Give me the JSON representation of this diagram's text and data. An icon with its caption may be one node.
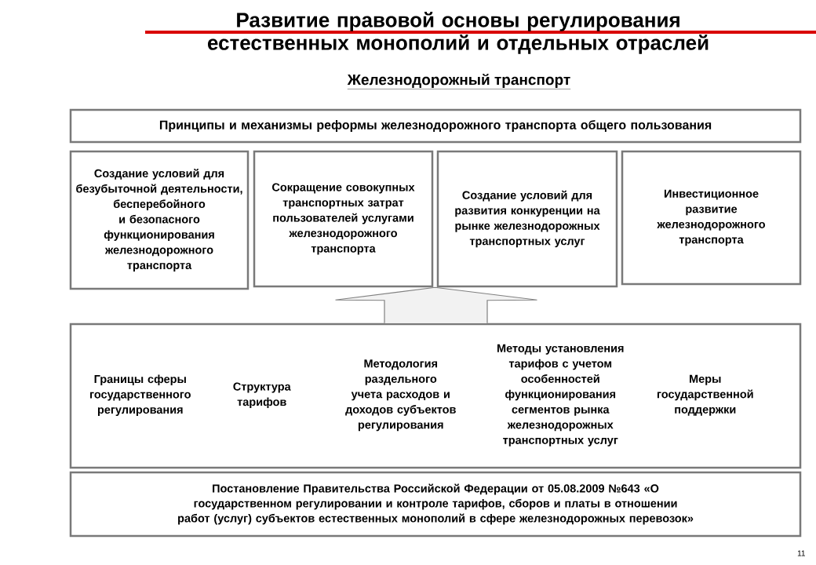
{
  "diagram": {
    "title": "Развитие правовой основы регулирования естественных монополий и отдельных отраслей",
    "nodes": [
      {
        "text": [
          "Принципы и механизмы реформы железнодорожного транспорта общего пользования"
        ]
      },
      {
        "text": [
          "Создание условий для безубыточной деятельности, бесперебойного и безопасного функционирования железнодорожного транспорта"
        ]
      },
      {
        "text": [
          "Сокращение совокупных транспортных затрат пользователей услугами железнодорожного транспорта"
        ]
      },
      {
        "text": [
          "Создание условий для развития конкуренции на рынке железнодорожных транспортных услуг"
        ]
      },
      {
        "text": [
          "Инвестиционное развитие железнодорожного транспорта"
        ]
      },
      {
        "text": [],
        "shape": "box"
      },
      {
        "text": [
          "Границы сферы государственного регулирования"
        ],
        "in": 5
      },
      {
        "text": [
          "Структура тарифов"
        ],
        "in": 5
      },
      {
        "text": [
          "Методология раздельного учета расходов и доходов субъектов регулирования"
        ],
        "in": 5
      },
      {
        "text": [
          "Методы установления тарифов с учетом особенностей функционирования сегментов рынка железнодорожных транспортных услуг"
        ],
        "in": 5
      },
      {
        "text": [
          "Меры государственной поддержки"
        ],
        "in": 5
      },
      {
        "text": [
          "Постановление Правительства Российской Федерации от 05.08.2009 №643 «О государственном регулировании и контроле тарифов, сборов и платы в отношении работ (услуг) субъектов естественных монополий в сфере железнодорожных перевозок»"
        ]
      }
    ],
    "edges": [
      {
        "from": 5,
        "to": 2,
        "arrow": "to"
      },
      {
        "from": 5,
        "to": 3,
        "arrow": "to"
      }
    ],
    "labels": [
      "Железнодорожный транспорт",
      "11"
    ]
  }
}
